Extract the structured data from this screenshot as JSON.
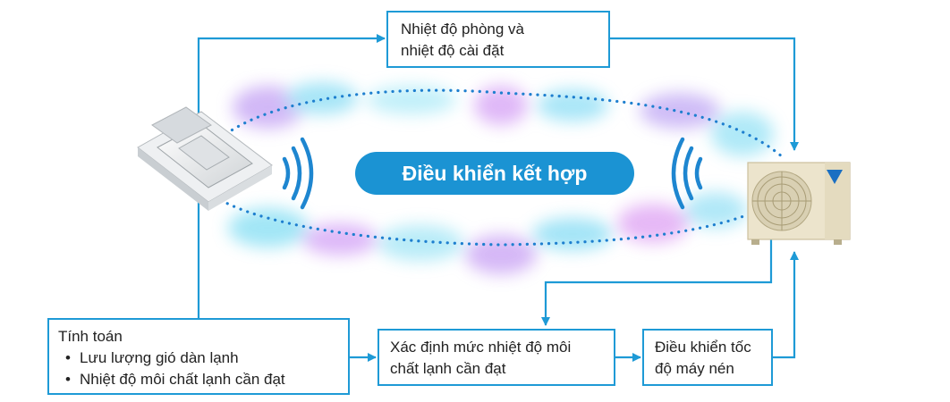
{
  "center_label": "Điều khiển kết hợp",
  "boxes": {
    "room_temp": [
      "Nhiệt độ phòng và",
      "nhiệt độ cài đặt"
    ],
    "calculation": {
      "heading": "Tính toán",
      "bullets": [
        "Lưu lượng gió dàn lạnh",
        "Nhiệt độ môi chất lạnh cần đạt"
      ]
    },
    "refrigerant_level": [
      "Xác định mức nhiệt độ môi",
      "chất lạnh cần đạt"
    ],
    "compressor_control": [
      "Điều khiển tốc",
      "độ máy nén"
    ]
  },
  "colors": {
    "flow": "#1e9ad6",
    "pill": "#1b93d3",
    "indoor_unit": "#e9ecef",
    "outdoor_unit": "#ece4cc",
    "brand": "#1a6fc2"
  },
  "icons": [
    "cassette-indoor-unit-icon",
    "outdoor-condenser-unit-icon",
    "signal-waves-icon",
    "brand-logo-icon"
  ]
}
